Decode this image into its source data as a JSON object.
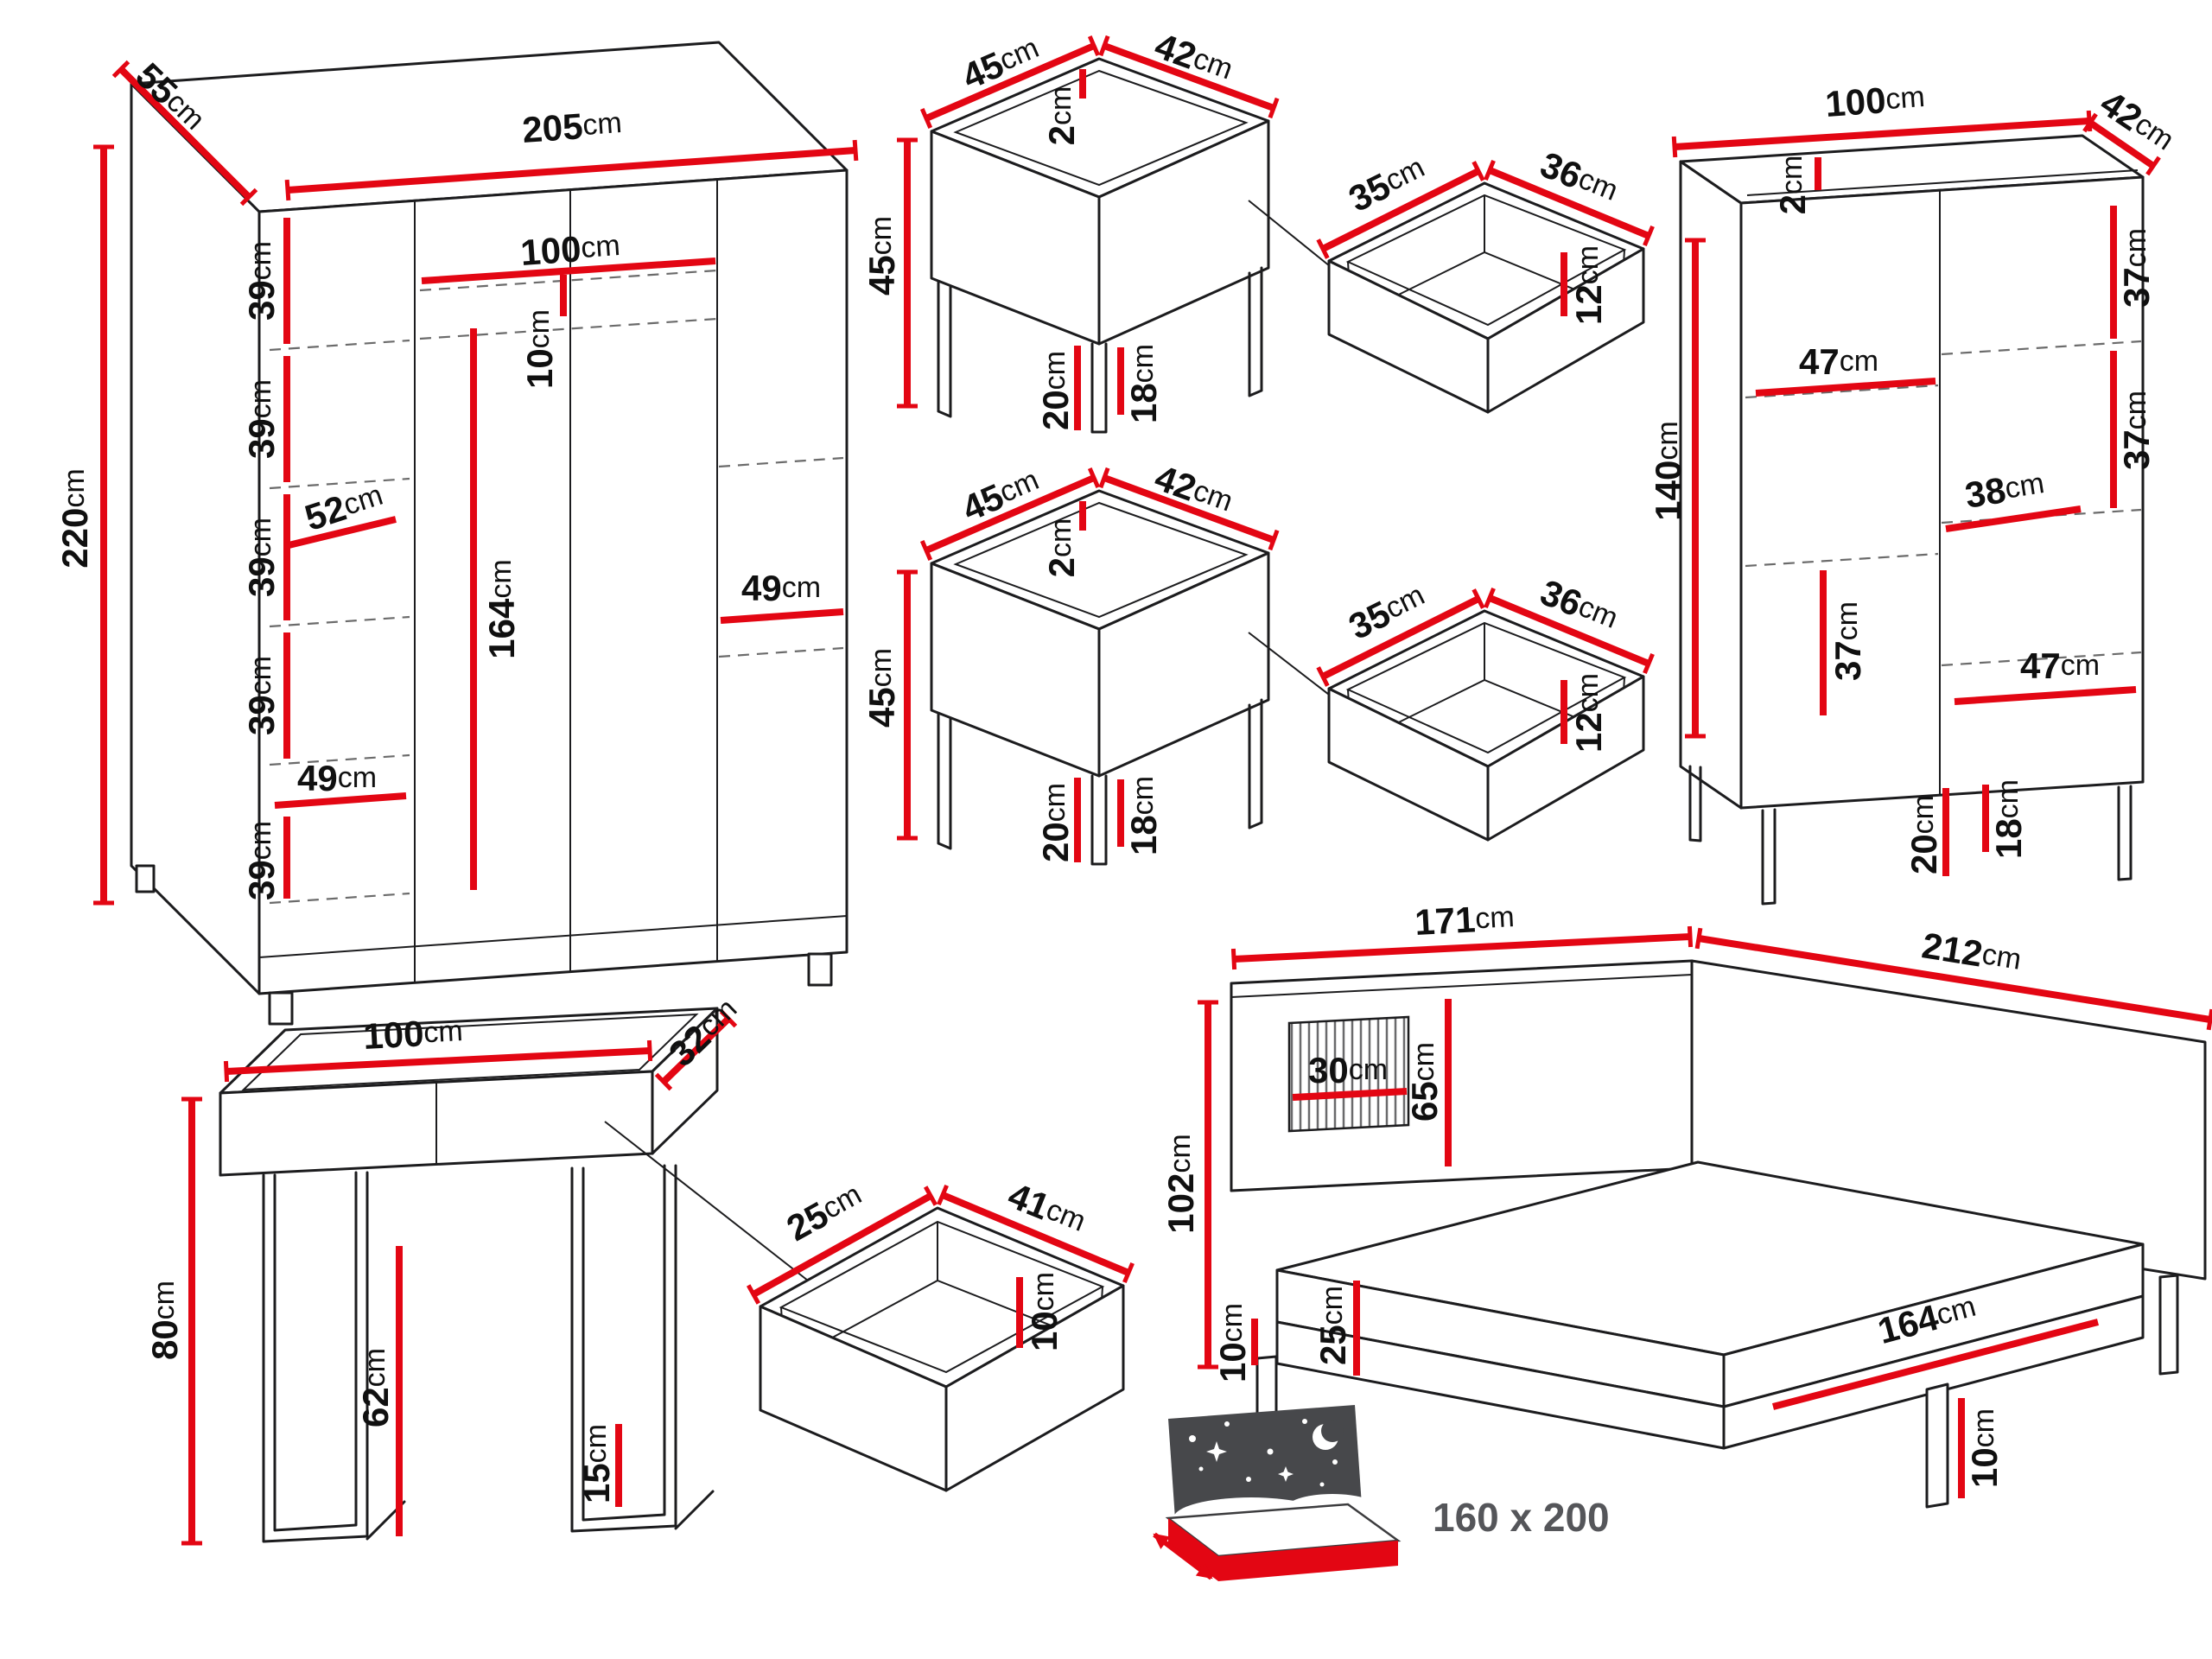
{
  "unit": "cm",
  "colors": {
    "dimension": "#e30613",
    "line": "#1c1c1e",
    "text": "#101010",
    "muted_text": "#55565a"
  },
  "icons": {
    "bed_size": "mattress-night-icon"
  },
  "wardrobe": {
    "width": "205",
    "depth": "55",
    "height": "220",
    "shelf_gaps": [
      "39",
      "39",
      "39",
      "39",
      "39"
    ],
    "left_section_width": "49",
    "left_section_depth": "52",
    "top_shelf_width": "100",
    "top_shelf_gap": "10",
    "hanging_height": "164",
    "right_section_width": "49"
  },
  "nightstands": [
    {
      "top_width": "45",
      "top_depth": "42",
      "top_thickness": "2",
      "height": "45",
      "leg_height": "20",
      "clearance": "18",
      "drawer": {
        "width": "35",
        "depth": "36",
        "inner_height": "12"
      }
    },
    {
      "top_width": "45",
      "top_depth": "42",
      "top_thickness": "2",
      "height": "45",
      "leg_height": "20",
      "clearance": "18",
      "drawer": {
        "width": "35",
        "depth": "36",
        "inner_height": "12"
      }
    }
  ],
  "chest": {
    "width": "100",
    "depth": "42",
    "top_thickness": "2",
    "height": "140",
    "right_gap_top": "37",
    "left_inner_width": "47",
    "right_gap_middle": "37",
    "right_inner_width": "38",
    "left_gap_bottom": "37",
    "bottom_inner_width": "47",
    "clearance": "18",
    "leg_height": "20"
  },
  "console": {
    "width": "100",
    "depth": "32",
    "height": "80",
    "leg_height": "62",
    "frame_height": "15",
    "drawer": {
      "width": "25",
      "depth": "41",
      "inner_height": "10"
    }
  },
  "bed": {
    "headboard_width": "171",
    "length": "212",
    "headboard_height": "102",
    "panel_height": "65",
    "panel_width": "30",
    "frame_height": "10",
    "mattress_height": "25",
    "foot_width": "164",
    "leg_height": "10",
    "mattress_size": "160 x 200"
  }
}
